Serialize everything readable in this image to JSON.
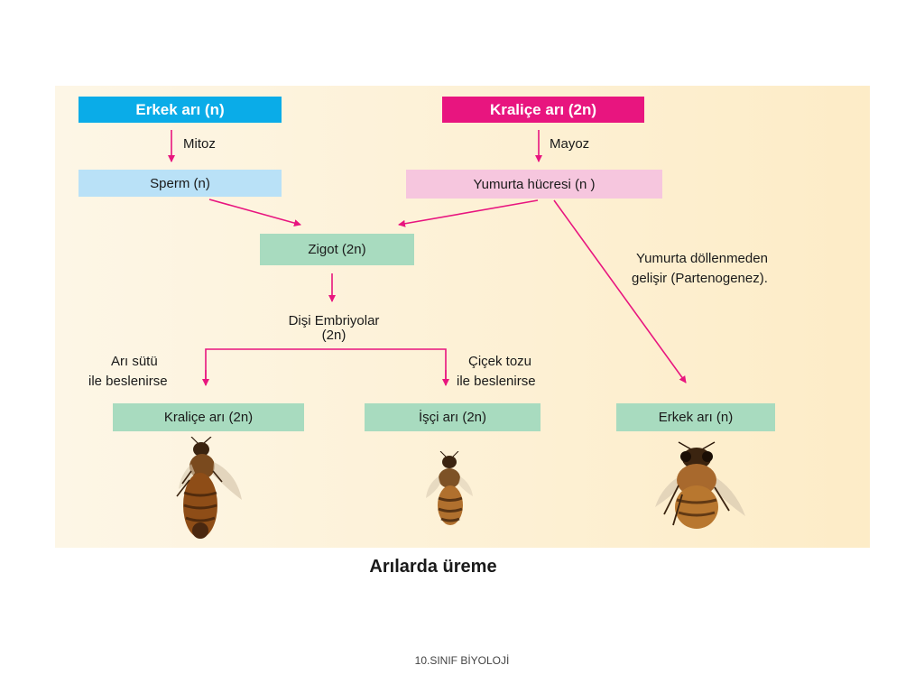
{
  "diagram": {
    "boxes": {
      "male_parent": "Erkek arı (n)",
      "queen_parent": "Kraliçe arı (2n)",
      "sperm": "Sperm (n)",
      "egg": "Yumurta hücresi (n )",
      "zygote": "Zigot (2n)",
      "queen_result": "Kraliçe arı (2n)",
      "worker_result": "İşçi arı (2n)",
      "male_result": "Erkek arı (n)"
    },
    "labels": {
      "mitosis": "Mitoz",
      "meiosis": "Mayoz",
      "embryos_line1": "Dişi Embriyolar",
      "embryos_line2": "(2n)",
      "royal_jelly_line1": "Arı sütü",
      "royal_jelly_line2": "ile beslenirse",
      "pollen_line1": "Çiçek tozu",
      "pollen_line2": "ile beslenirse",
      "parthenogenesis_line1": "Yumurta döllenmeden",
      "parthenogenesis_line2": "gelişir (Partenogenez)."
    },
    "caption": "Arılarda üreme"
  },
  "footer": "10.SINIF BİYOLOJİ",
  "colors": {
    "arrow": "#e8157f",
    "male_box": "#0aace8",
    "queen_box": "#e8157f",
    "sperm_box": "#b9e1f7",
    "egg_box": "#f6c6de",
    "green_box": "#a8dbbf"
  }
}
